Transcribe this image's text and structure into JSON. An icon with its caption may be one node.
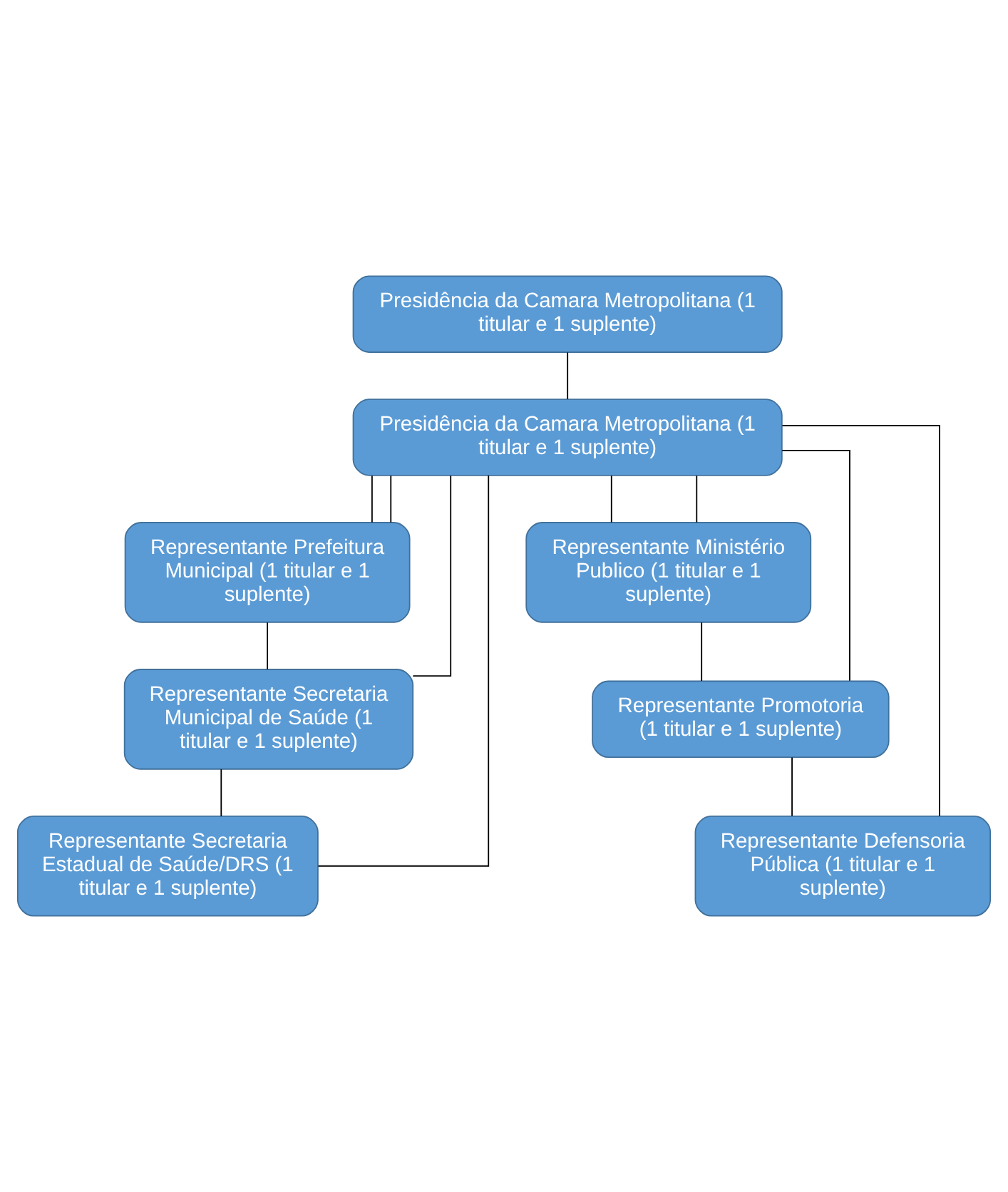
{
  "diagram": {
    "nodes": [
      {
        "text": [
          "Presidência da Camara Metropolitana (1 titular e 1 suplente)"
        ]
      },
      {
        "text": [
          "Presidência da Camara Metropolitana (1 titular e 1 suplente)"
        ]
      },
      {
        "text": [
          "Representante Prefeitura Municipal (1 titular e 1 suplente)"
        ]
      },
      {
        "text": [
          "Representante Ministério Publico (1 titular e 1 suplente)"
        ]
      },
      {
        "text": [
          "Representante Secretaria Municipal de Saúde (1 titular e 1 suplente)"
        ]
      },
      {
        "text": [
          "Representante Promotoria (1 titular e 1 suplente)"
        ]
      },
      {
        "text": [
          "Representante Secretaria Estadual de Saúde/DRS (1 titular e 1 suplente)"
        ]
      },
      {
        "text": [
          "Representante Defensoria Pública (1 titular e 1 suplente)"
        ]
      }
    ],
    "edges": [
      {
        "from": 0,
        "to": 1,
        "arrow": "none"
      },
      {
        "from": 1,
        "to": 2,
        "arrow": "none"
      },
      {
        "from": 1,
        "to": 3,
        "arrow": "none"
      },
      {
        "from": 1,
        "to": 2,
        "arrow": "none"
      },
      {
        "from": 1,
        "to": 3,
        "arrow": "none"
      },
      {
        "from": 1,
        "to": 4,
        "arrow": "none"
      },
      {
        "from": 1,
        "to": 5,
        "arrow": "none"
      },
      {
        "from": 1,
        "to": 6,
        "arrow": "none"
      },
      {
        "from": 1,
        "to": 7,
        "arrow": "none"
      },
      {
        "from": 2,
        "to": 4,
        "arrow": "none"
      },
      {
        "from": 4,
        "to": 6,
        "arrow": "none"
      },
      {
        "from": 3,
        "to": 5,
        "arrow": "none"
      },
      {
        "from": 5,
        "to": 7,
        "arrow": "none"
      }
    ]
  }
}
